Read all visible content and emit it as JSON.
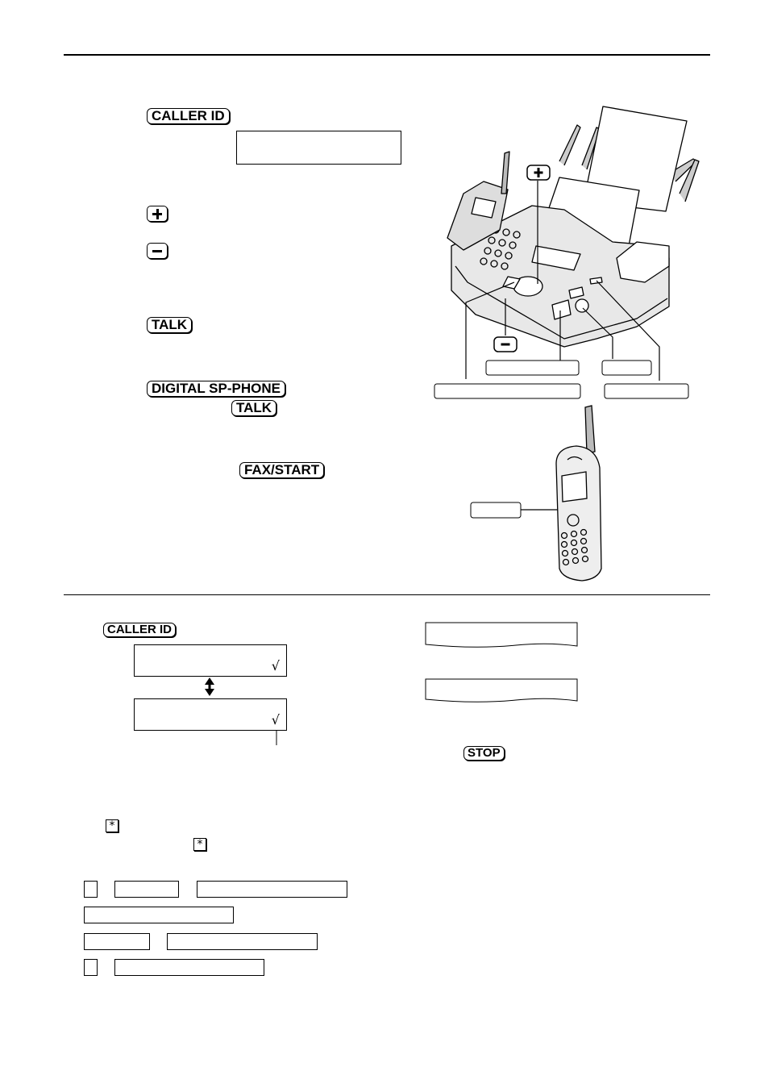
{
  "keys": {
    "caller_id": "CALLER ID",
    "talk": "TALK",
    "digital_sp_phone": "DIGITAL SP-PHONE",
    "fax_start": "FAX/START",
    "stop": "STOP",
    "star": "*"
  },
  "icons": {
    "plus": "plus-key-icon",
    "minus": "minus-key-icon",
    "updown_arrow": "up-down-arrow-icon",
    "check": "√"
  },
  "lcd": {
    "check_mark": "√"
  }
}
